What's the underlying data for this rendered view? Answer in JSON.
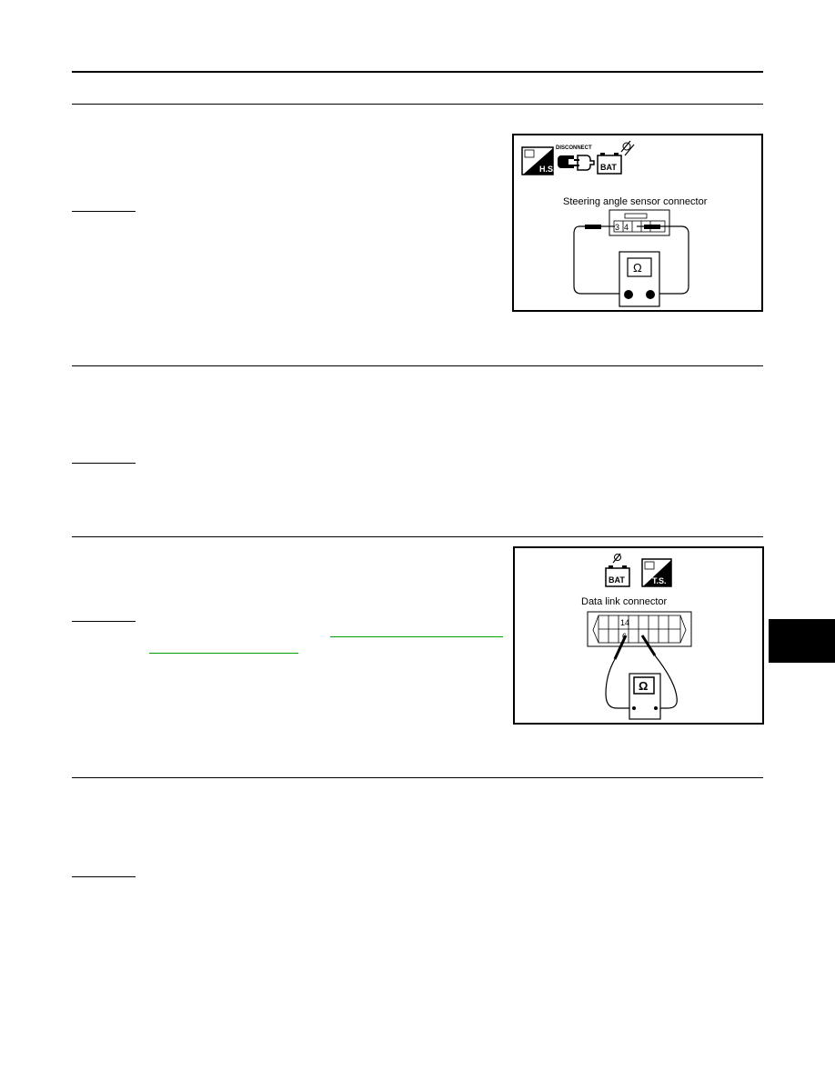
{
  "figure1": {
    "caption": "Steering angle sensor connector",
    "pins": [
      "3",
      "4"
    ],
    "icons": [
      "hs-icon",
      "disconnect-icon",
      "battery-icon"
    ],
    "icon_labels": {
      "hs": "H.S.",
      "disconnect": "DISCONNECT",
      "bat": "BAT"
    },
    "meter_symbol": "Ω"
  },
  "figure2": {
    "caption": "Data link connector",
    "pins": [
      "14",
      "6"
    ],
    "icons": [
      "battery-icon",
      "ts-icon"
    ],
    "icon_labels": {
      "bat": "BAT",
      "ts": "T.S."
    },
    "meter_symbol": "Ω"
  },
  "colors": {
    "link": "#00a000",
    "rule": "#000000",
    "tab": "#000000"
  }
}
